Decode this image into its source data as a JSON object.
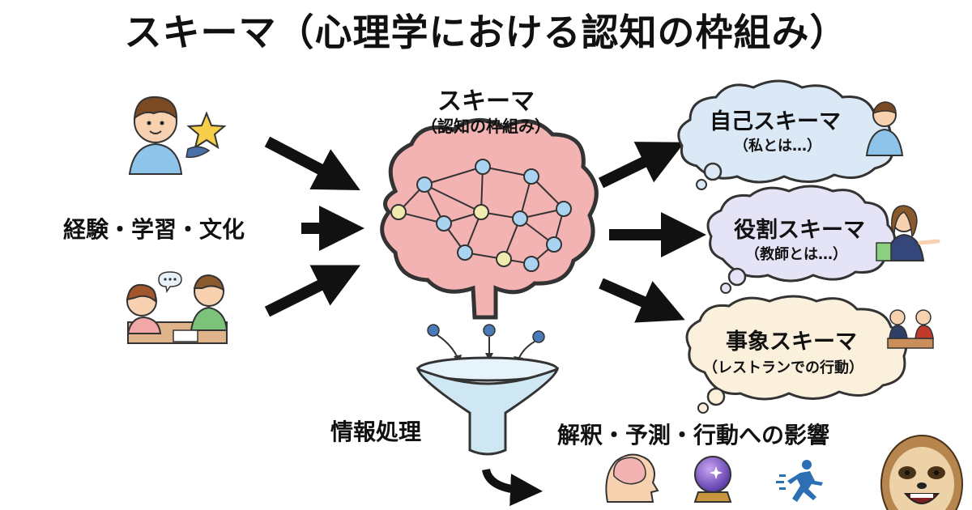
{
  "title": "スキーマ（心理学における認知の枠組み）",
  "center": {
    "label": "スキーマ",
    "sublabel": "（認知の枠組み）"
  },
  "inputs": {
    "label": "経験・学習・文化"
  },
  "process": {
    "label": "情報処理"
  },
  "outputs": {
    "label": "解釈・予測・行動への影響",
    "icons": [
      "head-brain-icon",
      "crystal-ball-icon",
      "running-person-icon"
    ]
  },
  "schemas": [
    {
      "title": "自己スキーマ",
      "subtitle": "（私とは…）",
      "color": "#dbe9f6"
    },
    {
      "title": "役割スキーマ",
      "subtitle": "（教師とは…）",
      "color": "#e4e4f6"
    },
    {
      "title": "事象スキーマ",
      "subtitle": "（レストランでの行動）",
      "color": "#fbf0db"
    }
  ],
  "colors": {
    "brain": "#f3b3b3",
    "node_blue": "#a9d3f0",
    "node_yellow": "#f0ecb0",
    "funnel": "#cfe6f3",
    "arrow": "#111111"
  }
}
